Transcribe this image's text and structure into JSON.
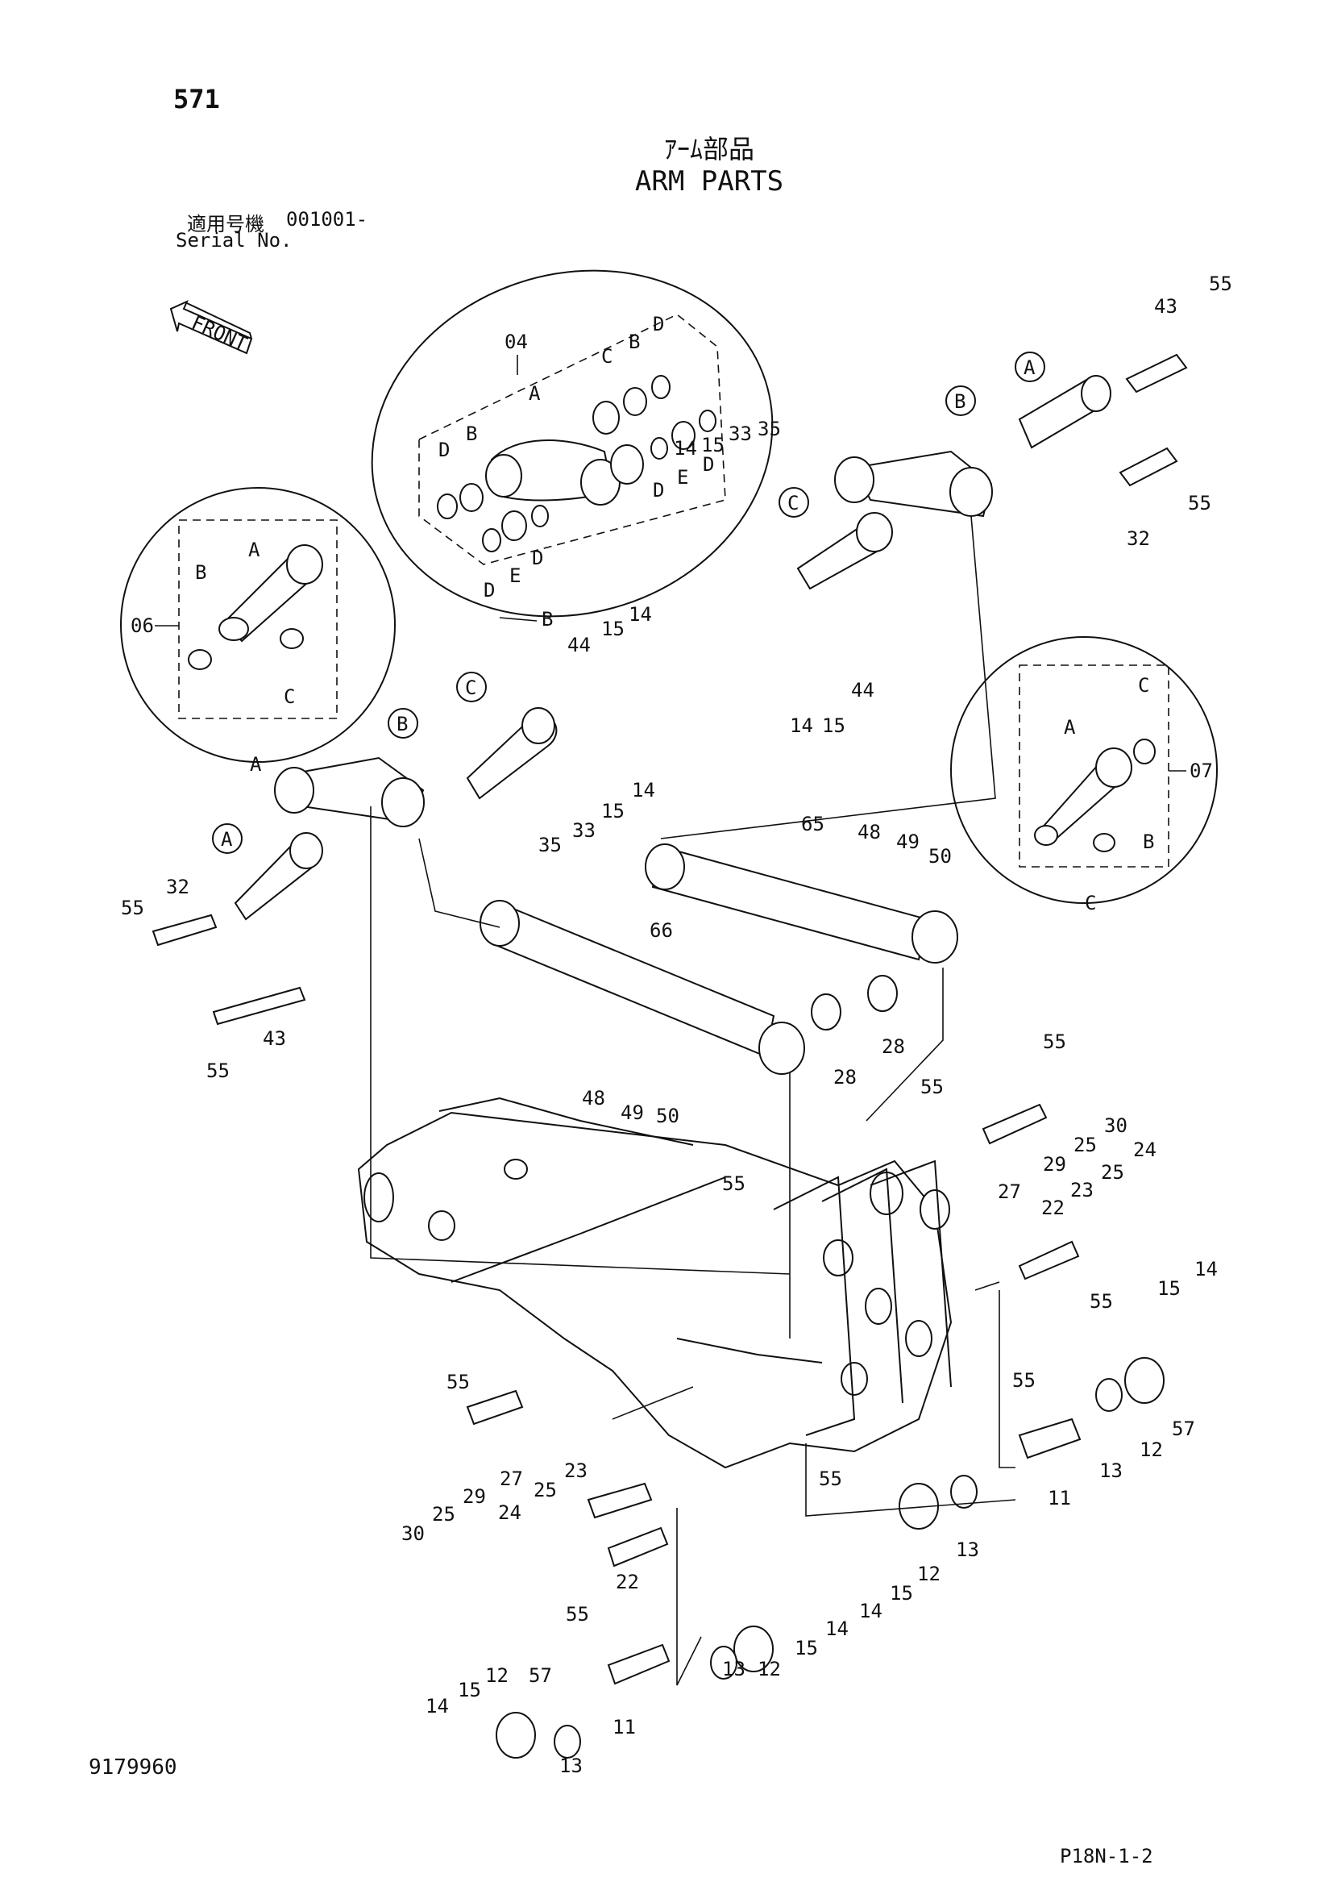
{
  "header": {
    "page_number": "571",
    "title_jp": "ｱｰﾑ部品",
    "title_en": "ARM PARTS",
    "serial_label_jp": "適用号機",
    "serial_value": "001001-",
    "serial_label_en": "Serial No."
  },
  "front_arrow": "FRONT",
  "detail_views": {
    "A": {
      "ref_no": "06",
      "letter": "A",
      "parts": [
        "A",
        "B",
        "C"
      ]
    },
    "B": {
      "ref_no": "04",
      "letter": "B",
      "parts": [
        "A",
        "B",
        "C",
        "D",
        "E"
      ]
    },
    "C": {
      "ref_no": "07",
      "letter": "C",
      "parts": [
        "A",
        "B",
        "C"
      ]
    }
  },
  "callouts": [
    "A",
    "B",
    "C"
  ],
  "part_numbers": [
    "11",
    "12",
    "13",
    "14",
    "15",
    "22",
    "23",
    "24",
    "25",
    "27",
    "28",
    "29",
    "30",
    "32",
    "33",
    "35",
    "43",
    "44",
    "48",
    "49",
    "50",
    "55",
    "57",
    "65",
    "66"
  ],
  "footer": {
    "document_number": "9179960",
    "page_reference": "P18N-1-2"
  }
}
